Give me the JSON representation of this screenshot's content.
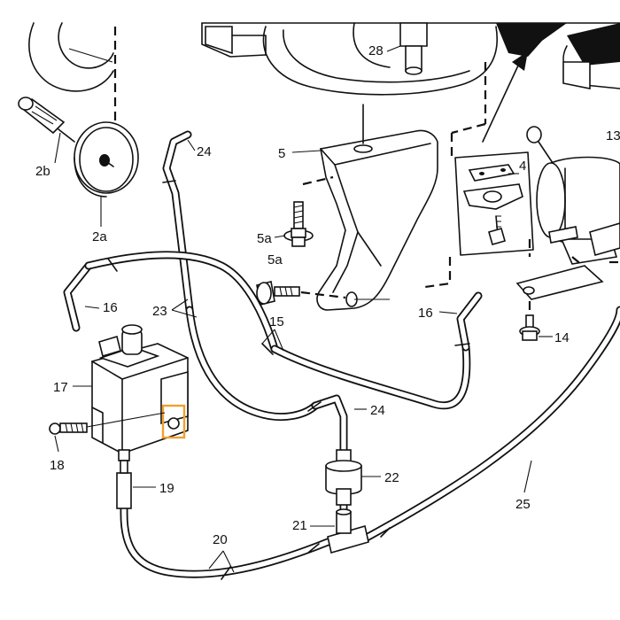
{
  "diagram": {
    "labels": {
      "l28": "28",
      "l13": "13",
      "l24a": "24",
      "l2b": "2b",
      "l2a": "2a",
      "l5": "5",
      "l4": "4",
      "l5a_1": "5a",
      "l5a_2": "5a",
      "l16a": "16",
      "l23": "23",
      "l15": "15",
      "l16b": "16",
      "l14": "14",
      "l17": "17",
      "l24b": "24",
      "l18": "18",
      "l19": "19",
      "l22": "22",
      "l25": "25",
      "l21": "21",
      "l20": "20"
    },
    "highlight_color": "#f0a030"
  }
}
